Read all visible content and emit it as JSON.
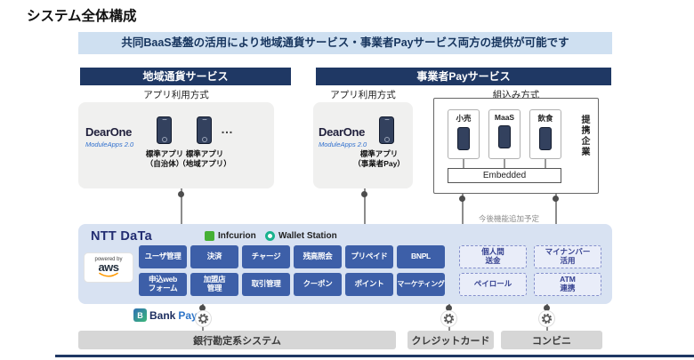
{
  "page": {
    "title": "システム全体構成",
    "banner": "共同BaaS基盤の活用により地域通貨サービス・事業者Payサービス両方の提供が可能です"
  },
  "regional": {
    "header": "地域通貨サービス",
    "mode_label": "アプリ利用方式",
    "vendor_name": "DearOne",
    "vendor_product": "ModuleApps 2.0",
    "app1_label": "標準アプリ\n（自治体）",
    "app2_label": "標準アプリ\n（地域アプリ）",
    "ellipsis": "…"
  },
  "businesspay": {
    "header": "事業者Payサービス",
    "app_mode_label": "アプリ利用方式",
    "embed_mode_label": "組込み方式",
    "vendor_name": "DearOne",
    "vendor_product": "ModuleApps 2.0",
    "app_label": "標準アプリ\n（事業者Pay）",
    "partners": [
      "小売",
      "MaaS",
      "飲食"
    ],
    "partner_group_label": "提携企業",
    "embedded_label": "Embedded"
  },
  "platform": {
    "ntt_logo": "NTT DaTa",
    "infcurion_logo": "Infcurion",
    "wallet_logo": "Wallet Station",
    "aws_powered": "powered by",
    "aws_word": "aws",
    "features_row1": [
      "ユーザ管理",
      "決済",
      "チャージ",
      "残高照会",
      "プリペイド",
      "BNPL"
    ],
    "features_row2": [
      "申込web\nフォーム",
      "加盟店\n管理",
      "取引管理",
      "クーポン",
      "ポイント",
      "マーケティング"
    ],
    "future_note": "今後機能追加予定",
    "future_row1": [
      "個人間\n送金",
      "マイナンバー\n活用"
    ],
    "future_row2": [
      "ペイロール",
      "ATM\n連携"
    ]
  },
  "bottom": {
    "bankpay_bank": "Bank",
    "bankpay_pay": "Pay",
    "bank_system": "銀行勘定系システム",
    "credit_card": "クレジットカード",
    "convenience": "コンビニ"
  },
  "colors": {
    "header_navy": "#1f3864",
    "banner_blue": "#cfe0f1",
    "platform_blue": "#d8e2f2",
    "button_blue": "#3d5fa8",
    "future_dashed": "#8590cc",
    "infcurion_green": "#45b035",
    "wallet_teal": "#19b28e",
    "aws_orange": "#ff9900"
  }
}
